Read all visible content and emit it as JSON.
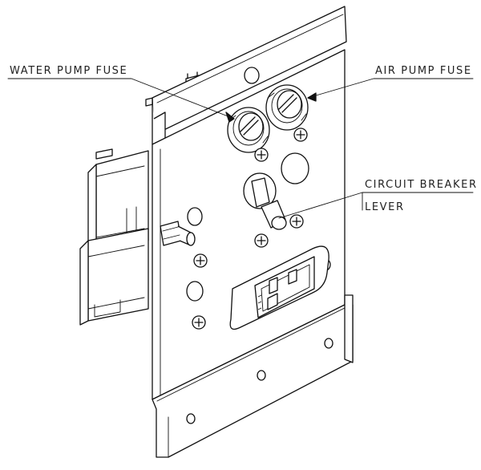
{
  "labels": {
    "water_pump_fuse": "WATER PUMP FUSE",
    "air_pump_fuse": "AIR PUMP FUSE",
    "circuit_breaker_line1": "CIRCUIT BREAKER",
    "circuit_breaker_line2": "LEVER"
  }
}
